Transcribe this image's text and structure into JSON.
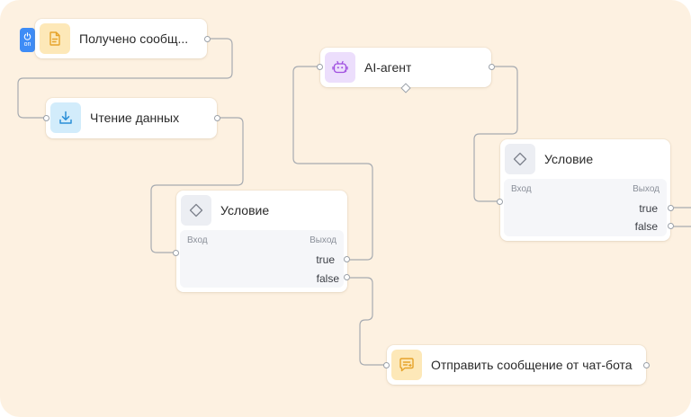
{
  "nodes": {
    "received_message": {
      "label": "Получено сообщ...",
      "icon": "document-icon"
    },
    "read_data": {
      "label": "Чтение данных",
      "icon": "download-icon"
    },
    "condition_1": {
      "label": "Условие",
      "icon": "diamond-icon",
      "input_label": "Вход",
      "output_label": "Выход",
      "true_label": "true",
      "false_label": "false"
    },
    "ai_agent": {
      "label": "AI-агент",
      "icon": "robot-icon"
    },
    "condition_2": {
      "label": "Условие",
      "icon": "diamond-icon",
      "input_label": "Вход",
      "output_label": "Выход",
      "true_label": "true",
      "false_label": "false"
    },
    "send_message": {
      "label": "Отправить сообщение от чат-бота",
      "icon": "chat-icon"
    }
  },
  "trigger_toggle": {
    "label": "on",
    "icon": "power-icon"
  },
  "colors": {
    "canvas_bg": "#fdf1e1",
    "wire": "#a7abb1",
    "toggle_blue": "#3e8cf6",
    "doc_icon": "#e6a32a",
    "download_icon": "#2a8fd8",
    "ai_icon": "#a050e0"
  }
}
